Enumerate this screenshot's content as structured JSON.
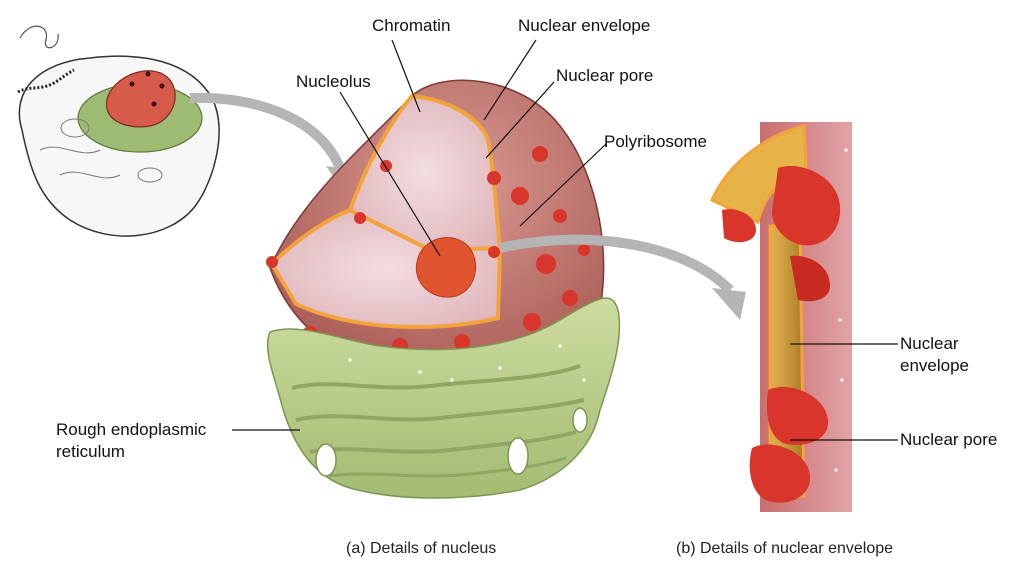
{
  "labels": {
    "chromatin": "Chromatin",
    "nuclear_envelope_top": "Nuclear envelope",
    "nucleolus": "Nucleolus",
    "nuclear_pore_top": "Nuclear pore",
    "polyribosome": "Polyribosome",
    "rough_er_line1": "Rough endoplasmic",
    "rough_er_line2": "reticulum",
    "nuclear_envelope_right_line1": "Nuclear",
    "nuclear_envelope_right_line2": "envelope",
    "nuclear_pore_right": "Nuclear pore"
  },
  "captions": {
    "a": "(a) Details of nucleus",
    "b": "(b) Details of nuclear envelope"
  },
  "colors": {
    "nucleus_body": "#c77a72",
    "chromatin": "#e9c6c9",
    "envelope_edge": "#f2a33a",
    "pore_red": "#d8362a",
    "nucleolus": "#e0552f",
    "er_green": "#b9cf8a",
    "er_dark": "#8fa763",
    "arrow_gray": "#b5b5b5"
  }
}
